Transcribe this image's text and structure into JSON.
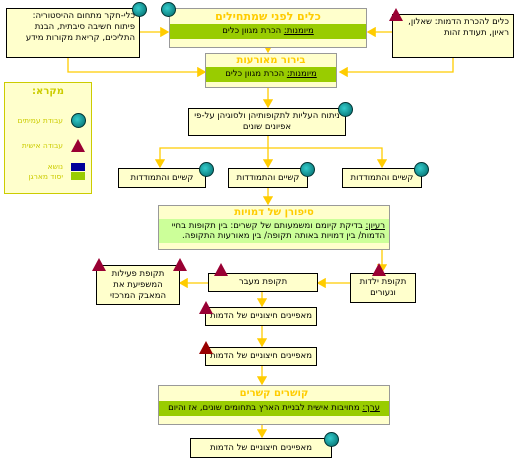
{
  "boxes": {
    "tools_header": {
      "title": "כלים לפני שמתחילים",
      "sub_label": "מיומנות:",
      "sub_text": "הכרת מגוון כלים"
    },
    "tools_right": "כלי-חקר מתחום ההיסטוריה: פיתוח חשיבה סיבתית, הבנת התליכים, קריאת מקורות מידע",
    "tools_left": "כלים להכרת הדמות: שאלון, ראיון, תעודת זהות",
    "events_header": {
      "title": "בירור מאורעות",
      "sub_label": "מיומנות:",
      "sub_text": "הכרת מגוון כלים"
    },
    "analysis": "ניתוח העליות לתקופותיהן ולסוגיהן על-פי אפיונים שונים",
    "difficulty": [
      "קשיים והתמודדות",
      "קשיים והתמודדות",
      "קשיים והתמודדות"
    ],
    "story_header": {
      "title": "סיפורן של דמויות",
      "sub_label": "רעיון:",
      "sub_text": "בדיקת קיומם ומשמעותם של קשרים: בין תקופות בחיי הדמות/ בין דמויות באותה תקופה/ בין מאורעות התקופה."
    },
    "childhood": "תקופת ילדות ונעורים",
    "transition": "תקופת מעבר",
    "activity": "תקופת פעילות המשפיעת את המאבק המרכזי",
    "chars1": "מאפיינים חיצוניים של הדמות",
    "chars2": "מאפיינים חיצוניים של הדמות",
    "links_header": {
      "title": "קושרים קשרים",
      "sub_label": "ערך:",
      "sub_text": "מחויבות אישית לבניית הארץ בתחומים שונים, אז והיום"
    },
    "chars3": "מאפיינים חיצוניים של הדמות"
  },
  "legend": {
    "title": "מקרא:",
    "group_work": "עבודת עמיתים",
    "personal_work": "עבודה אישית",
    "topic": "נושא",
    "organizer": "יסוד מארגן"
  },
  "colors": {
    "arrow": "#ffcc00",
    "header_text": "#ffcc00",
    "green": "#99cc00",
    "box_bg": "#ffffcc"
  }
}
